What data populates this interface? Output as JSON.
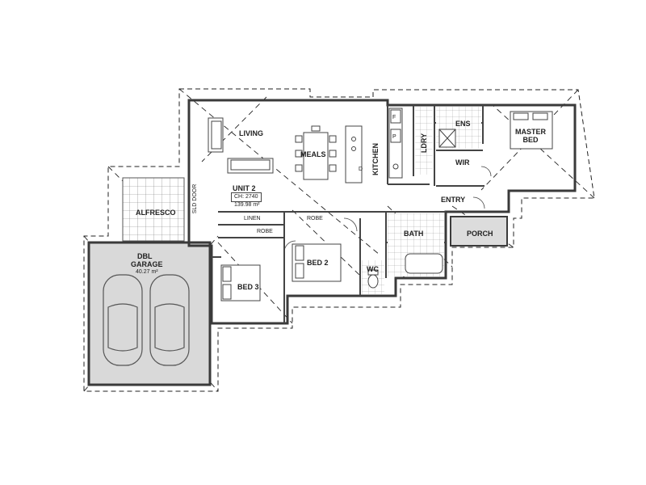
{
  "rooms": {
    "living": "LIVING",
    "meals": "MEALS",
    "kitchen": "KITCHEN",
    "ldry": "LDRY",
    "ens": "ENS",
    "master_bed": "MASTER\nBED",
    "wir": "WIR",
    "entry": "ENTRY",
    "porch": "PORCH",
    "bath": "BATH",
    "wc": "WC",
    "bed2": "BED 2",
    "bed3": "BED 3",
    "robe_1": "ROBE",
    "robe_2": "ROBE",
    "linen": "LINEN",
    "alfresco": "ALFRESCO",
    "garage_line1": "DBL",
    "garage_line2": "GARAGE",
    "garage_area": "40.27 m²",
    "sld_door": "SLD DOOR"
  },
  "unit": {
    "name": "UNIT 2",
    "ceiling": "CH: 2740",
    "area": "139.98 m²"
  },
  "fixtures": {
    "fridge_f": "F",
    "fridge_p": "P",
    "dw": "D"
  },
  "colors": {
    "wall": "#3a3a3a",
    "dashed": "#222222",
    "garage_fill": "#d9d9d9",
    "porch_fill": "#dcdcdc",
    "tile": "#9a9a9a"
  }
}
